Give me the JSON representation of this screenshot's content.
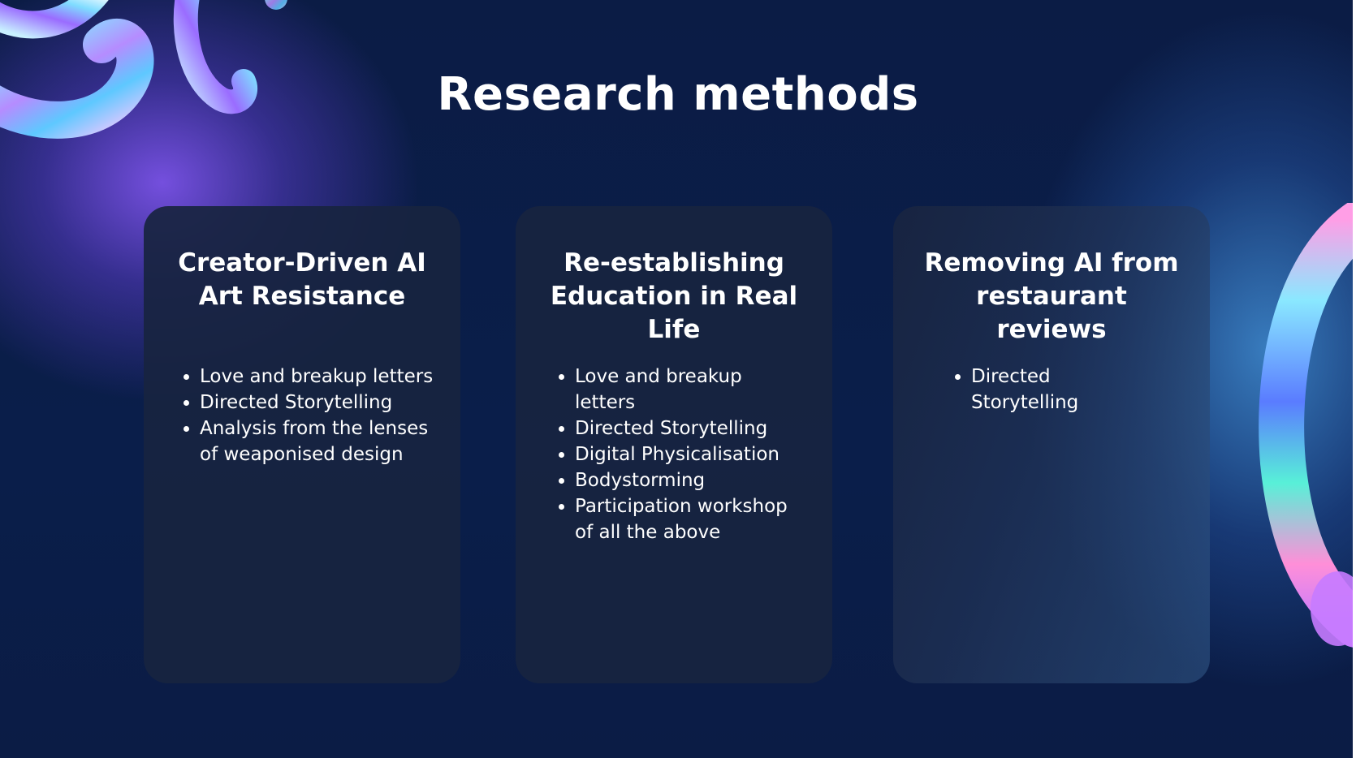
{
  "slide": {
    "title": "Research methods"
  },
  "cards": [
    {
      "title": "Creator-Driven AI Art Resistance",
      "bullets": [
        "Love and breakup letters",
        "Directed Storytelling",
        "Analysis from the lenses of weaponised design"
      ]
    },
    {
      "title": "Re-establishing Education in Real Life",
      "bullets": [
        "Love and breakup letters",
        "Directed Storytelling",
        "Digital Physicalisation",
        "Bodystorming",
        "Participation workshop of all the above"
      ]
    },
    {
      "title": "Removing AI from restaurant reviews",
      "bullets": [
        "Directed Storytelling"
      ]
    }
  ],
  "colors": {
    "background": "#0a1d47",
    "card": "#182440",
    "text": "#ffffff",
    "accent_purple": "#7a52e6",
    "accent_blue": "#408cd2"
  },
  "decorations": {
    "top_left": "holographic-chrome-blob-icon",
    "right_edge": "holographic-chrome-ring-icon"
  }
}
